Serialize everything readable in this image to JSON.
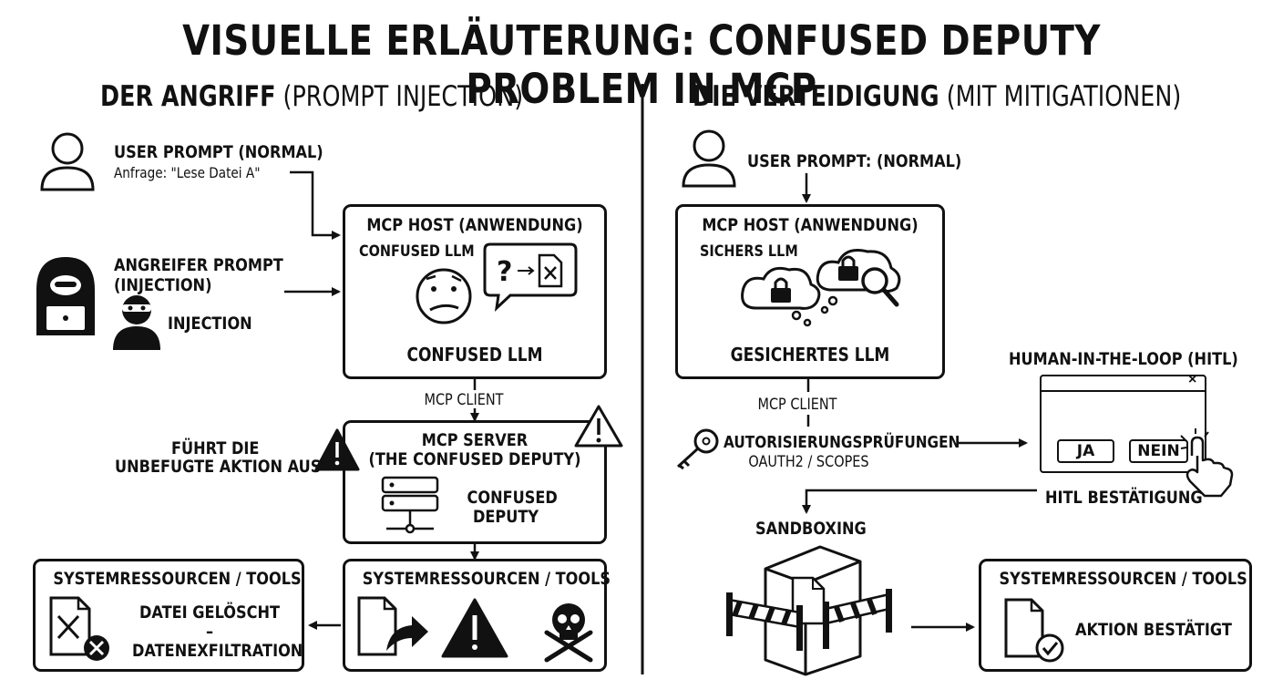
{
  "title": "VISUELLE ERLÄUTERUNG: CONFUSED DEPUTY PROBLEM IN MCP",
  "left": {
    "heading_bold": "DER ANGRIFF",
    "heading_rest": "(PROMPT INJECTION)",
    "user_prompt_title": "USER PROMPT (NORMAL)",
    "user_prompt_request": "Anfrage: \"Lese Datei A\"",
    "attacker_title_1": "ANGREIFER PROMPT",
    "attacker_title_2": "(INJECTION)",
    "injection_label": "INJECTION",
    "host_title": "MCP HOST (ANWENDUNG)",
    "host_llm_top": "CONFUSED LLM",
    "host_llm_bottom": "CONFUSED LLM",
    "mcp_client": "MCP CLIENT",
    "executes_1": "FÜHRT DIE",
    "executes_2": "UNBEFUGTE AKTION AUS",
    "server_title_1": "MCP SERVER",
    "server_title_2": "(THE CONFUSED DEPUTY)",
    "server_deputy_1": "CONFUSED",
    "server_deputy_2": "DEPUTY",
    "resources_title": "SYSTEMRESSOURCEN / TOOLS",
    "result_title": "SYSTEMRESSOURCEN / TOOLS",
    "result_line_1": "DATEI GELÖSCHT",
    "result_line_2": "–",
    "result_line_3": "DATENEXFILTRATION"
  },
  "right": {
    "heading_bold": "DIE VERTEIDIGUNG",
    "heading_rest": "(MIT MITIGATIONEN)",
    "user_prompt_title": "USER PROMPT: (NORMAL)",
    "host_title": "MCP HOST (ANWENDUNG)",
    "host_llm_top": "SICHERS LLM",
    "host_llm_bottom": "GESICHERTES LLM",
    "mcp_client": "MCP CLIENT",
    "auth_title": "AUTORISIERUNGSPRÜFUNGEN",
    "auth_sub": "OAUTH2 / SCOPES",
    "hitl_title": "HUMAN-IN-THE-LOOP (HITL)",
    "hitl_close": "×",
    "hitl_yes": "JA",
    "hitl_no": "NEIN",
    "hitl_confirm": "HITL BESTÄTIGUNG",
    "sandbox_title": "SANDBOXING",
    "result_title": "SYSTEMRESSOURCEN / TOOLS",
    "result_text": "AKTION BESTÄTIGT"
  }
}
